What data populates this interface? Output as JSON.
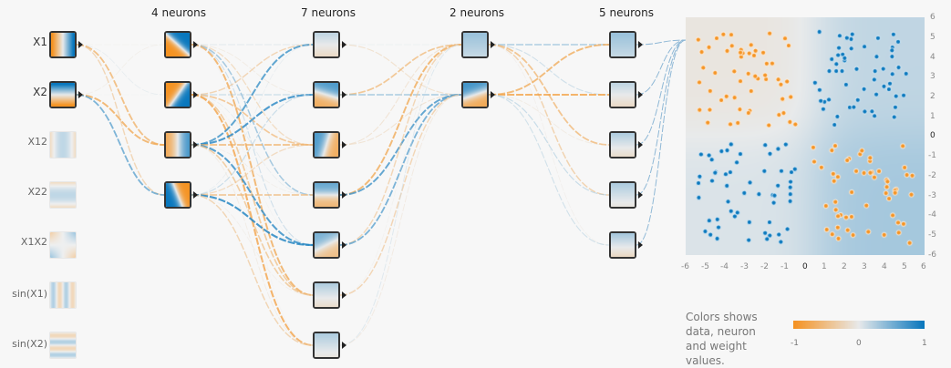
{
  "columns": [
    {
      "key": "inputs",
      "title": ""
    },
    {
      "key": "layer1",
      "title": "4 neurons"
    },
    {
      "key": "layer2",
      "title": "7 neurons"
    },
    {
      "key": "layer3",
      "title": "2 neurons"
    },
    {
      "key": "layer4",
      "title": "5 neurons"
    }
  ],
  "features": [
    {
      "label": "X1",
      "active": true,
      "pattern": "x1"
    },
    {
      "label": "X2",
      "active": true,
      "pattern": "x2"
    },
    {
      "label": "X12",
      "active": false,
      "pattern": "x1sq"
    },
    {
      "label": "X22",
      "active": false,
      "pattern": "x2sq"
    },
    {
      "label": "X1X2",
      "active": false,
      "pattern": "x1x2"
    },
    {
      "label": "sin(X1)",
      "active": false,
      "pattern": "sinx1"
    },
    {
      "label": "sin(X2)",
      "active": false,
      "pattern": "sinx2"
    }
  ],
  "plot": {
    "x_range": [
      -6,
      6
    ],
    "y_range": [
      -6,
      6
    ],
    "x_ticks": [
      "-6",
      "-5",
      "-4",
      "-3",
      "-2",
      "-1",
      "0",
      "1",
      "2",
      "3",
      "4",
      "5",
      "6"
    ],
    "y_ticks": [
      "6",
      "5",
      "4",
      "3",
      "2",
      "1",
      "0",
      "-1",
      "-2",
      "-3",
      "-4",
      "-5",
      "-6"
    ]
  },
  "legend": {
    "text": "Colors shows data, neuron and weight values.",
    "tick_min": "-1",
    "tick_mid": "0",
    "tick_max": "1",
    "color_negative": "#f59322",
    "color_neutral": "#e8eaeb",
    "color_positive": "#0877bd"
  }
}
